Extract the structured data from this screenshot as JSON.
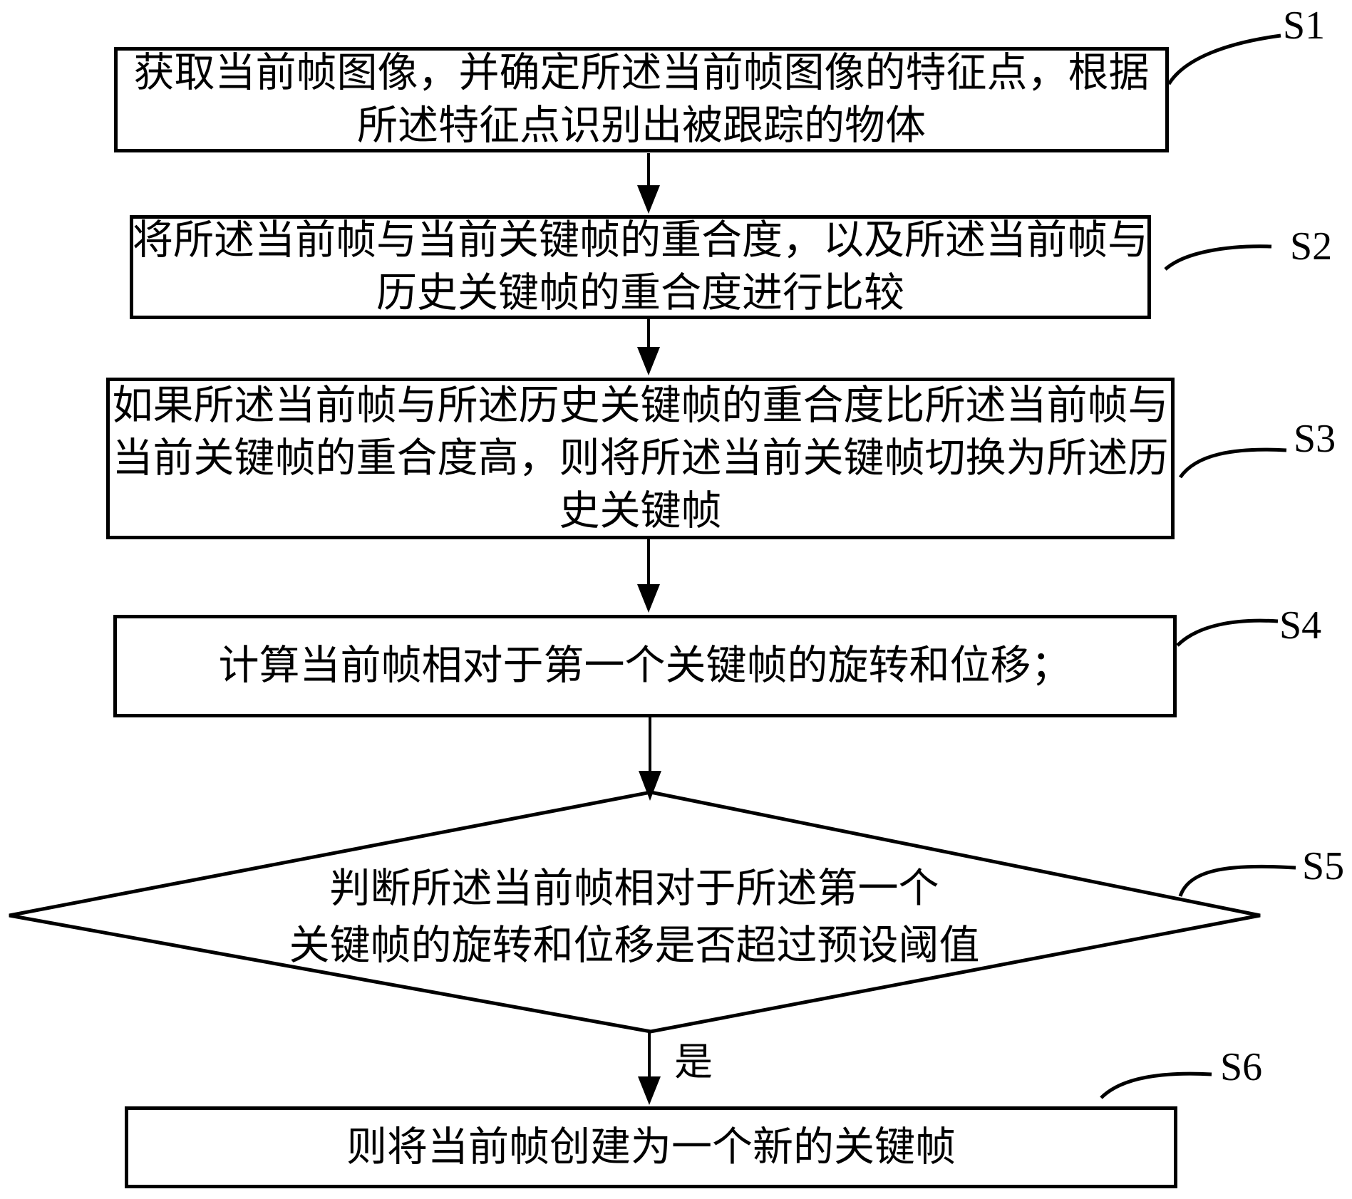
{
  "figure": {
    "type": "flowchart",
    "colors": {
      "ink": "#000000",
      "background": "#ffffff"
    },
    "steps": [
      {
        "label": "S1",
        "shape": "process",
        "lines": [
          "获取当前帧图像，并确定所述当前帧图像的特征点，根据",
          "所述特征点识别出被跟踪的物体"
        ]
      },
      {
        "label": "S2",
        "shape": "process",
        "lines": [
          "将所述当前帧与当前关键帧的重合度，以及所述当前帧与",
          "历史关键帧的重合度进行比较"
        ]
      },
      {
        "label": "S3",
        "shape": "process",
        "lines": [
          "如果所述当前帧与所述历史关键帧的重合度比所述当前帧与",
          "当前关键帧的重合度高，则将所述当前关键帧切换为所述历",
          "史关键帧"
        ]
      },
      {
        "label": "S4",
        "shape": "process",
        "lines": [
          "计算当前帧相对于第一个关键帧的旋转和位移；"
        ]
      },
      {
        "label": "S5",
        "shape": "decision",
        "lines": [
          "判断所述当前帧相对于所述第一个",
          "关键帧的旋转和位移是否超过预设阈值"
        ]
      },
      {
        "label": "S6",
        "shape": "process",
        "lines": [
          "则将当前帧创建为一个新的关键帧"
        ]
      }
    ],
    "edges": [
      {
        "from": "S1",
        "to": "S2",
        "label": ""
      },
      {
        "from": "S2",
        "to": "S3",
        "label": ""
      },
      {
        "from": "S3",
        "to": "S4",
        "label": ""
      },
      {
        "from": "S4",
        "to": "S5",
        "label": ""
      },
      {
        "from": "S5",
        "to": "S6",
        "label": "是"
      }
    ]
  }
}
